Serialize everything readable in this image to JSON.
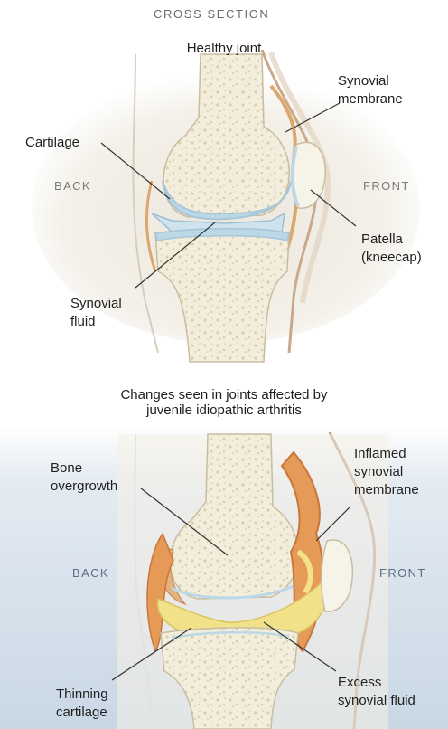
{
  "top": {
    "section_label": "CROSS SECTION",
    "title": "Healthy joint",
    "back_label": "BACK",
    "front_label": "FRONT",
    "labels": {
      "synovial_membrane": [
        "Synovial",
        "membrane"
      ],
      "cartilage": "Cartilage",
      "patella": [
        "Patella",
        "(kneecap)"
      ],
      "synovial_fluid": [
        "Synovial",
        "fluid"
      ]
    }
  },
  "bottom": {
    "title_line1": "Changes seen in joints affected by",
    "title_line2": "juvenile idiopathic arthritis",
    "back_label": "BACK",
    "front_label": "FRONT",
    "labels": {
      "bone_overgrowth": [
        "Bone",
        "overgrowth"
      ],
      "inflamed_membrane": [
        "Inflamed",
        "synovial",
        "membrane"
      ],
      "thinning_cartilage": [
        "Thinning",
        "cartilage"
      ],
      "excess_fluid": [
        "Excess",
        "synovial fluid"
      ]
    }
  },
  "colors": {
    "bone": "#f3eedc",
    "bone_spongy": "#ddd5bb",
    "cartilage": "#bcd7e6",
    "membrane": "#e7b98a",
    "inflamed": "#e59a57",
    "fluid": "#f1e28a",
    "background_blue": "#cddbe8"
  }
}
